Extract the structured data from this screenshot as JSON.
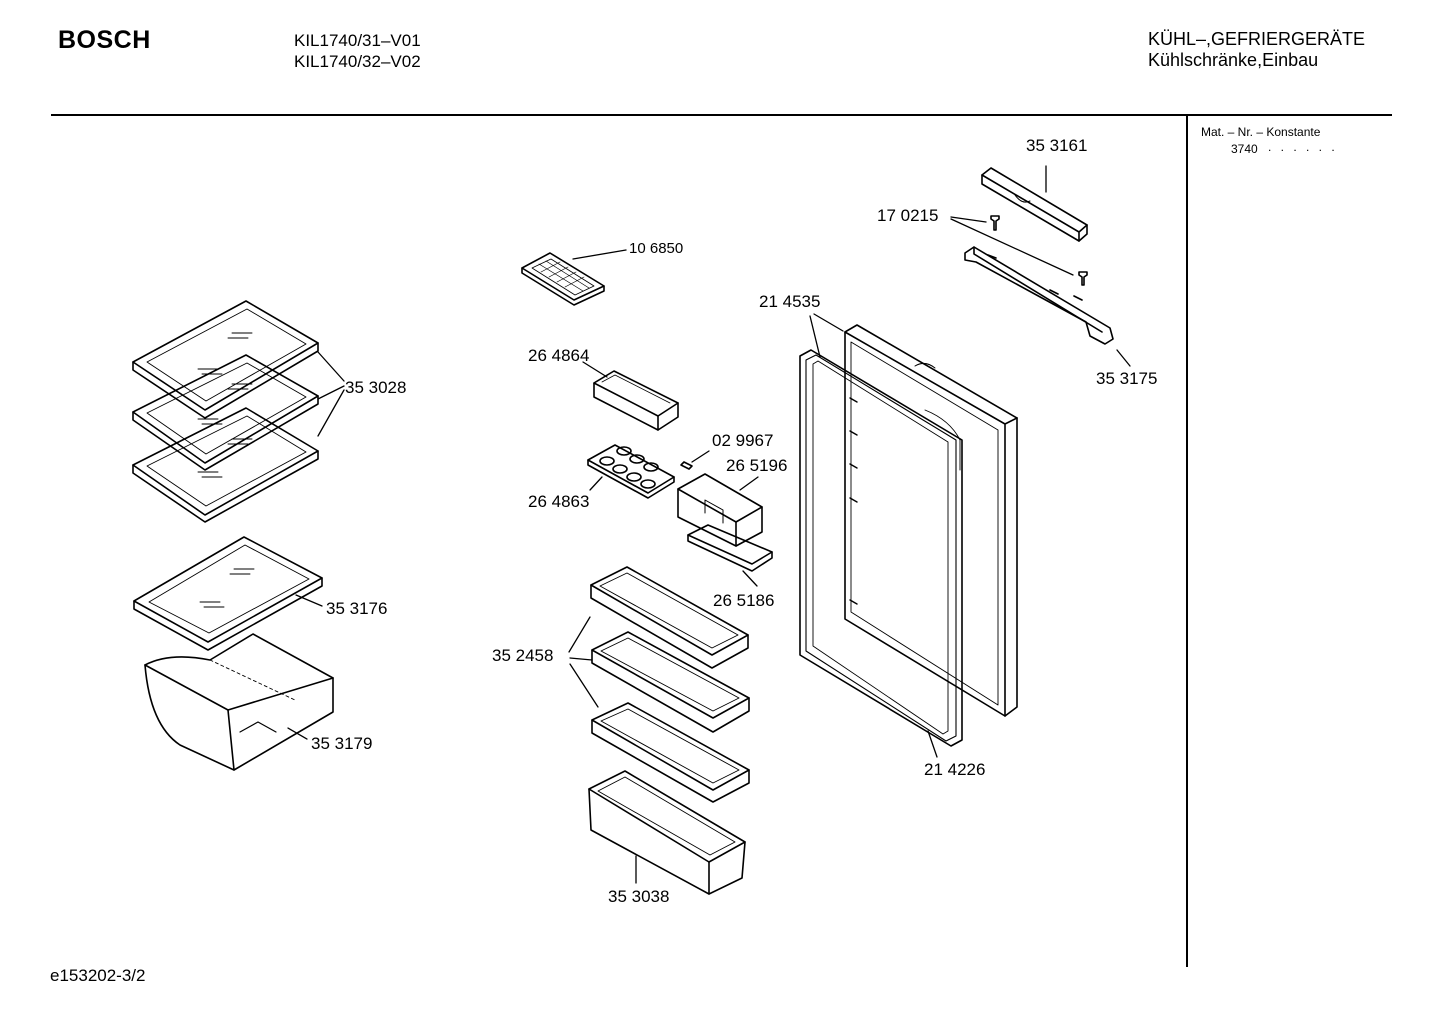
{
  "header": {
    "brand": "BOSCH",
    "model_line_1": "KIL1740/31–V01",
    "model_line_2": "KIL1740/32–V02",
    "category_line_1": "KÜHL–,GEFRIERGERÄTE",
    "category_line_2": "Kühlschränke,Einbau"
  },
  "sidebar": {
    "label": "Mat. – Nr. – Konstante",
    "value": "3740",
    "dots": ". .   . . . ."
  },
  "footer": {
    "code": "e153202-3/2"
  },
  "parts": {
    "p353161": "35 3161",
    "p170215": "17 0215",
    "p106850": "10 6850",
    "p214535": "21 4535",
    "p353175": "35 3175",
    "p264864": "26 4864",
    "p353028": "35 3028",
    "p029967": "02 9967",
    "p265196": "26 5196",
    "p264863": "26 4863",
    "p353176": "35 3176",
    "p265186": "26 5186",
    "p352458": "35 2458",
    "p353179": "35 3179",
    "p214226": "21 4226",
    "p353038": "35 3038"
  }
}
